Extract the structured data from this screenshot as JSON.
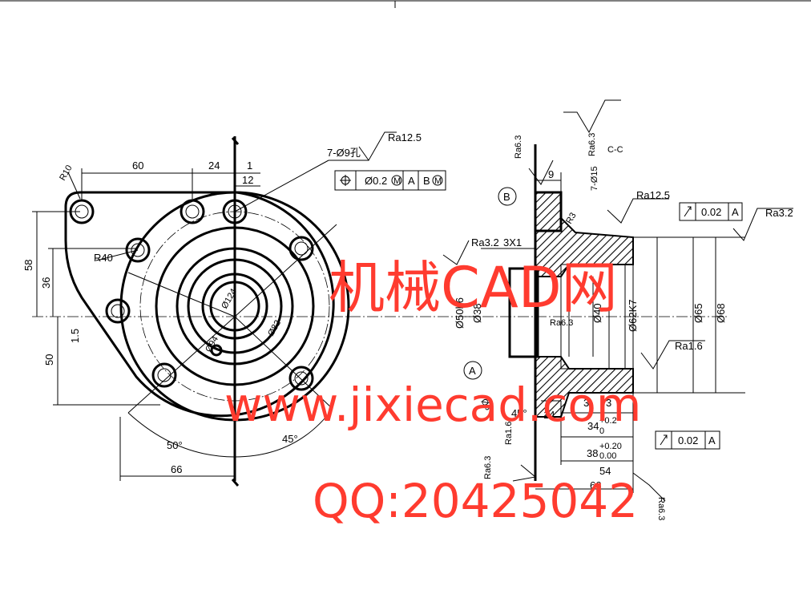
{
  "drawing": {
    "left_view_dims": {
      "d60": "60",
      "d24": "24",
      "d1": "1",
      "d12": "12",
      "r10": "R10",
      "r40": "R40",
      "d58": "58",
      "d36": "36",
      "d1_5": "1.5",
      "d50": "50",
      "d66": "66",
      "a50": "50°",
      "a45": "45°",
      "dia124": "Ø124",
      "d94": "Ø94",
      "d82": "Ø82"
    },
    "holes_callout": "7-Ø9孔",
    "ra_top": "Ra12.5",
    "fcf_left": {
      "tol": "Ø0.2",
      "mod1": "M",
      "ref_a": "A",
      "ref_b": "B",
      "mod2": "M"
    },
    "right_view": {
      "ra63_a": "Ra6.3",
      "ra63_b": "Ra6.3",
      "section": "C-C",
      "d9": "9",
      "holes15": "7-Ø15",
      "datum_b": "B",
      "ra125": "Ra12.5",
      "r3": "R3",
      "runout_top": {
        "val": "0.02",
        "ref": "A"
      },
      "ra32_r": "Ra3.2",
      "ra32_l": "Ra3.2",
      "chamfer": "3X1",
      "d50h6": "Ø50h6",
      "d38": "Ø38",
      "ra6": "Ra6.3",
      "d40": "Ø40",
      "d62k7": "Ø62K7",
      "d65": "Ø65",
      "d68": "Ø68",
      "ra16_r": "Ra1.6",
      "datum_a": "A",
      "d6": "Ø6",
      "a45": "45°",
      "d14": "14",
      "d3a": "3",
      "d3b": "3",
      "d34": "34",
      "d34tol": "+0.2",
      "d34tol0": "0",
      "runout_bot": {
        "val": "0.02",
        "ref": "A"
      },
      "d38b": "38",
      "d38tol": "+0.20",
      "d38tol0": "0.00",
      "ra16_l": "Ra1.6",
      "ra63_l": "Ra6.3",
      "d54": "54",
      "d66": "66",
      "ra63_br": "Ra6.3"
    },
    "watermark": {
      "line1": "机械CAD网",
      "line2": "www.jixiecad.com",
      "line3": "QQ:20425042",
      "color": "#ff3b2f"
    }
  }
}
